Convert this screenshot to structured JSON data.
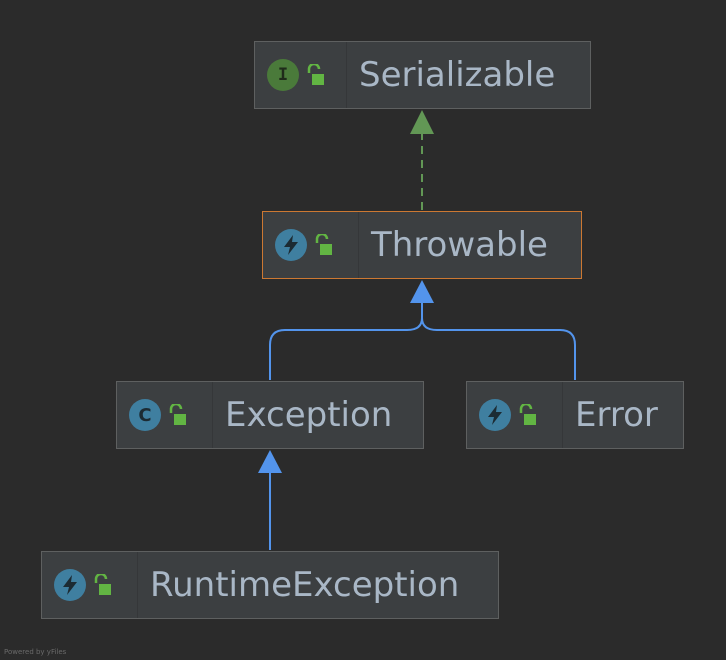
{
  "diagram": {
    "nodes": [
      {
        "id": "serializable",
        "label": "Serializable",
        "kind": "interface-icon",
        "kind_letter": "I",
        "kind_color": "#4a7a3a",
        "access": "public"
      },
      {
        "id": "throwable",
        "label": "Throwable",
        "kind": "exception-class-icon",
        "kind_color": "#3f7fa0",
        "access": "public",
        "selected": true
      },
      {
        "id": "exception",
        "label": "Exception",
        "kind": "class-icon",
        "kind_letter": "C",
        "kind_color": "#3f7fa0",
        "access": "public"
      },
      {
        "id": "error",
        "label": "Error",
        "kind": "exception-class-icon",
        "kind_color": "#3f7fa0",
        "access": "public"
      },
      {
        "id": "runtime-exception",
        "label": "RuntimeException",
        "kind": "exception-class-icon",
        "kind_color": "#3f7fa0",
        "access": "public"
      }
    ],
    "edges": [
      {
        "from": "throwable",
        "to": "serializable",
        "type": "implements",
        "color": "#629755",
        "style": "dashed"
      },
      {
        "from": "exception",
        "to": "throwable",
        "type": "extends",
        "color": "#5394ec",
        "style": "solid"
      },
      {
        "from": "error",
        "to": "throwable",
        "type": "extends",
        "color": "#5394ec",
        "style": "solid"
      },
      {
        "from": "runtime-exception",
        "to": "exception",
        "type": "extends",
        "color": "#5394ec",
        "style": "solid"
      }
    ],
    "lock_color": "#62b543",
    "selection_color": "#cc7832"
  },
  "footer": {
    "powered_by": "Powered by yFiles"
  }
}
